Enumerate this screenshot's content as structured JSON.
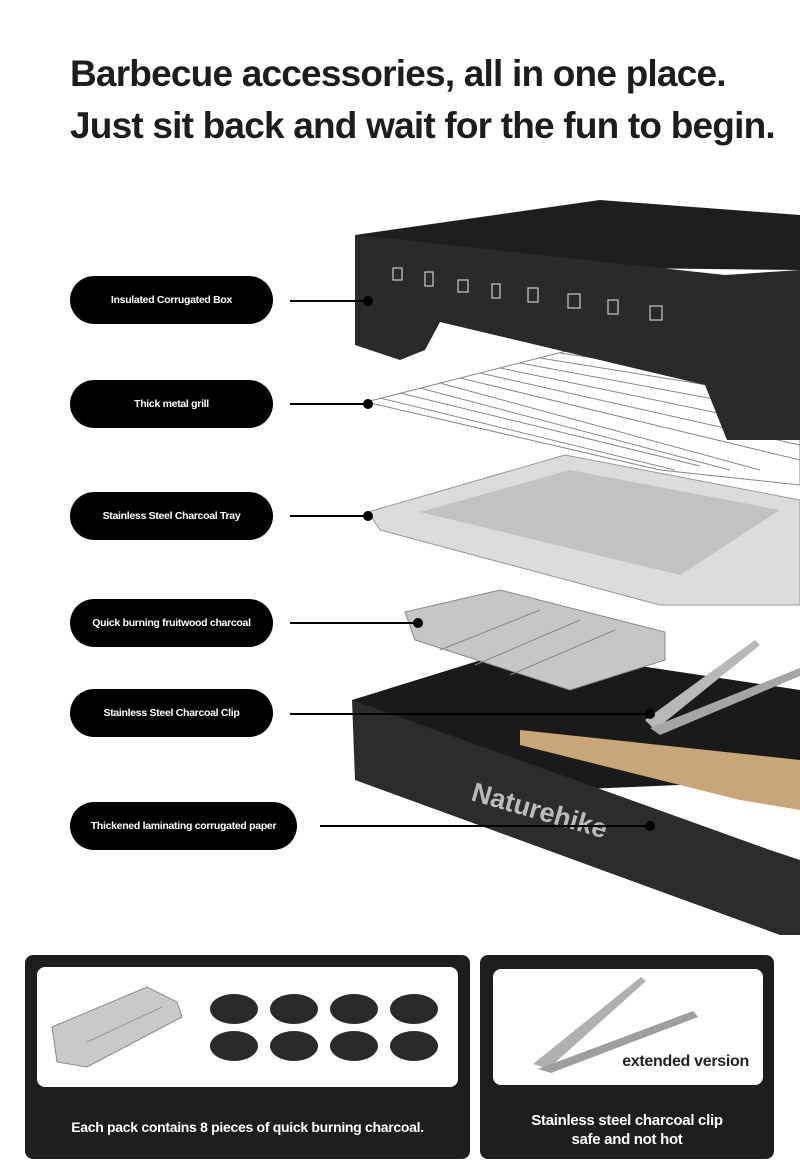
{
  "headline": {
    "line1": "Barbecue accessories, all in one place.",
    "line2": "Just sit back and wait for the fun to begin."
  },
  "callouts": [
    {
      "label": "Insulated Corrugated Box"
    },
    {
      "label": "Thick metal grill"
    },
    {
      "label": "Stainless Steel Charcoal Tray"
    },
    {
      "label": "Quick burning fruitwood charcoal"
    },
    {
      "label": "Stainless Steel Charcoal Clip"
    },
    {
      "label": "Thickened laminating corrugated paper"
    }
  ],
  "product": {
    "brand": "Naturehike"
  },
  "panels": {
    "charcoal": {
      "caption": "Each pack contains 8 pieces of quick burning charcoal.",
      "pieces": 8
    },
    "clip": {
      "badge": "extended version",
      "caption_line1": "Stainless steel charcoal clip",
      "caption_line2": "safe and not hot"
    }
  },
  "colors": {
    "pill": "#000000",
    "panel": "#1e1e1e",
    "box": "#2a2a2a",
    "cardboard": "#c9a57a"
  }
}
